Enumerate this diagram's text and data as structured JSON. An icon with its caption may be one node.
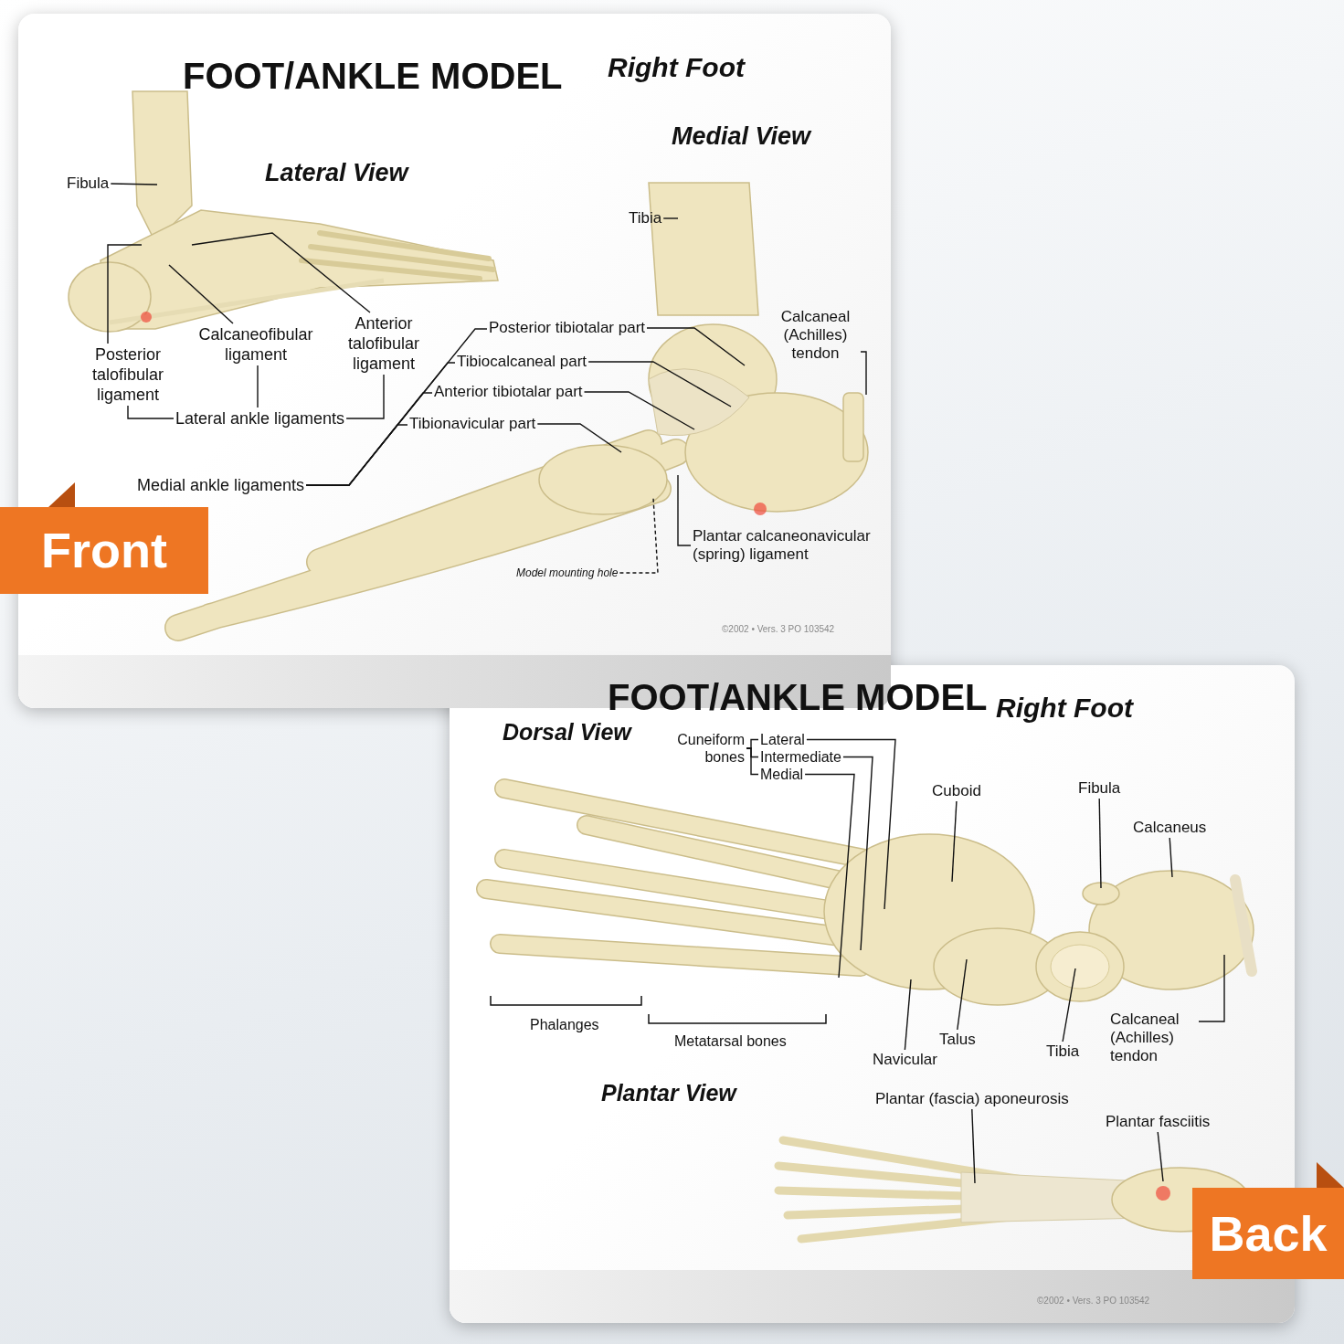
{
  "diagram": {
    "nodes": [
      {
        "text": [
          "FOOT/ANKLE MODEL",
          "Right Foot"
        ]
      },
      {
        "text": [
          "Fibula"
        ],
        "in": 0
      },
      {
        "text": [
          "Posterior talofibular ligament"
        ],
        "in": 0
      },
      {
        "text": [
          "Calcaneofibular ligament"
        ],
        "in": 0
      },
      {
        "text": [
          "Anterior talofibular ligament"
        ],
        "in": 0
      },
      {
        "text": [
          "Lateral ankle ligaments"
        ],
        "in": 0
      },
      {
        "text": [
          "Tibia"
        ],
        "in": 0
      },
      {
        "text": [
          "Calcaneal (Achilles) tendon"
        ],
        "in": 0
      },
      {
        "text": [
          "Posterior tibiotalar part"
        ],
        "in": 0
      },
      {
        "text": [
          "Tibiocalcaneal part"
        ],
        "in": 0
      },
      {
        "text": [
          "Anterior tibiotalar part"
        ],
        "in": 0
      },
      {
        "text": [
          "Tibionavicular part"
        ],
        "in": 0
      },
      {
        "text": [
          "Medial ankle ligaments"
        ],
        "in": 0
      },
      {
        "text": [
          "Plantar calcaneonavicular (spring) ligament"
        ],
        "in": 0
      },
      {
        "text": [
          "Model mounting hole"
        ],
        "in": 0
      },
      {
        "text": [
          "FOOT/ANKLE MODEL",
          "Right Foot"
        ]
      },
      {
        "text": [
          "Cuneiform bones"
        ],
        "in": 15
      },
      {
        "text": [
          "Lateral"
        ],
        "in": 15
      },
      {
        "text": [
          "Intermediate"
        ],
        "in": 15
      },
      {
        "text": [
          "Medial"
        ],
        "in": 15
      },
      {
        "text": [
          "Cuboid"
        ],
        "in": 15
      },
      {
        "text": [
          "Fibula"
        ],
        "in": 15
      },
      {
        "text": [
          "Calcaneus"
        ],
        "in": 15
      },
      {
        "text": [
          "Tibia"
        ],
        "in": 15
      },
      {
        "text": [
          "Talus"
        ],
        "in": 15
      },
      {
        "text": [
          "Navicular"
        ],
        "in": 15
      },
      {
        "text": [
          "Calcaneal (Achilles) tendon"
        ],
        "in": 15
      },
      {
        "text": [
          "Plantar (fascia) aponeurosis"
        ],
        "in": 15
      },
      {
        "text": [
          "Plantar fasciitis"
        ],
        "in": 15
      }
    ],
    "edges": [
      {
        "from": 1,
        "to": null,
        "arrow": "none"
      },
      {
        "from": 2,
        "to": null,
        "arrow": "none"
      },
      {
        "from": 3,
        "to": null,
        "arrow": "none"
      },
      {
        "from": 4,
        "to": null,
        "arrow": "none"
      },
      {
        "from": 5,
        "to": 2,
        "arrow": "none"
      },
      {
        "from": 5,
        "to": 3,
        "arrow": "none"
      },
      {
        "from": 5,
        "to": 4,
        "arrow": "none"
      },
      {
        "from": 6,
        "to": null,
        "arrow": "none"
      },
      {
        "from": 7,
        "to": null,
        "arrow": "none"
      },
      {
        "from": 8,
        "to": null,
        "arrow": "none"
      },
      {
        "from": 9,
        "to": null,
        "arrow": "none"
      },
      {
        "from": 10,
        "to": null,
        "arrow": "none"
      },
      {
        "from": 11,
        "to": null,
        "arrow": "none"
      },
      {
        "from": 12,
        "to": 8,
        "arrow": "none"
      },
      {
        "from": 12,
        "to": 9,
        "arrow": "none"
      },
      {
        "from": 12,
        "to": 10,
        "arrow": "none"
      },
      {
        "from": 12,
        "to": 11,
        "arrow": "none"
      },
      {
        "from": 13,
        "to": null,
        "arrow": "none"
      },
      {
        "from": 14,
        "to": null,
        "arrow": "none",
        "style": "dashed"
      },
      {
        "from": 16,
        "to": 17,
        "arrow": "none"
      },
      {
        "from": 16,
        "to": 18,
        "arrow": "none"
      },
      {
        "from": 16,
        "to": 19,
        "arrow": "none"
      },
      {
        "from": 17,
        "to": null,
        "arrow": "none"
      },
      {
        "from": 18,
        "to": null,
        "arrow": "none"
      },
      {
        "from": 19,
        "to": null,
        "arrow": "none"
      },
      {
        "from": 20,
        "to": null,
        "arrow": "none"
      },
      {
        "from": 21,
        "to": null,
        "arrow": "none"
      },
      {
        "from": 22,
        "to": null,
        "arrow": "none"
      },
      {
        "from": 23,
        "to": null,
        "arrow": "none"
      },
      {
        "from": 24,
        "to": null,
        "arrow": "none"
      },
      {
        "from": 25,
        "to": null,
        "arrow": "none"
      },
      {
        "from": 26,
        "to": null,
        "arrow": "none"
      },
      {
        "from": 27,
        "to": null,
        "arrow": "none"
      },
      {
        "from": 28,
        "to": null,
        "arrow": "none"
      }
    ],
    "labels": [
      "Lateral View",
      "Medial View",
      "Front",
      "©2002 • Vers. 3 PO 103542",
      "Dorsal View",
      "Phalanges",
      "Metatarsal bones",
      "Plantar View",
      "Back",
      "©2002 • Vers. 3 PO 103542"
    ]
  }
}
